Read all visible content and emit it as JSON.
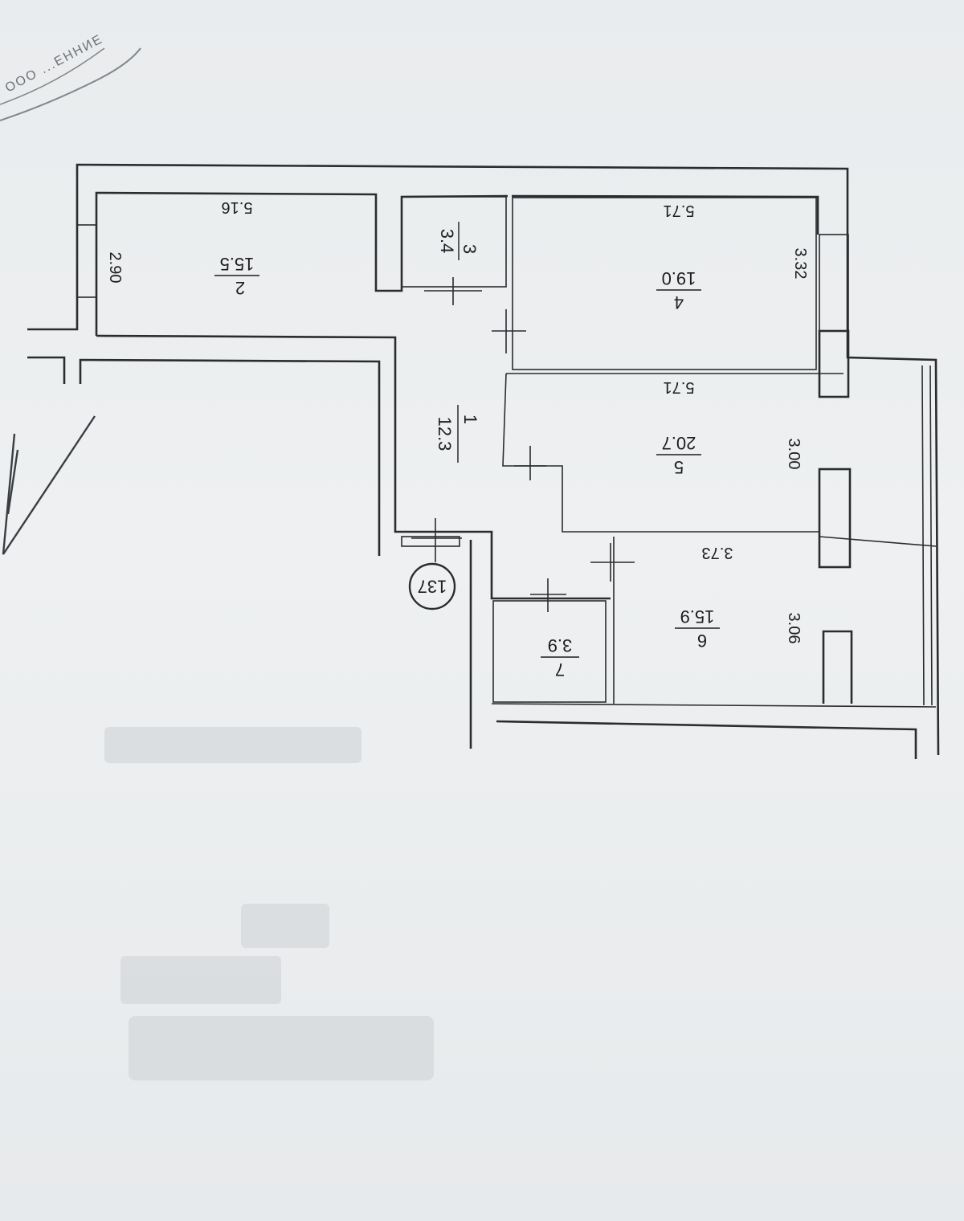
{
  "diagram": {
    "apartment_number": "137",
    "rooms": [
      {
        "id": "1",
        "area": "12.3"
      },
      {
        "id": "2",
        "area": "15.5",
        "dim_width": "5.16",
        "dim_depth": "2.90"
      },
      {
        "id": "3",
        "area": "3.4"
      },
      {
        "id": "4",
        "area": "19.0",
        "dim_width": "5.71",
        "dim_depth": "3.32"
      },
      {
        "id": "5",
        "area": "20.7",
        "dim_width": "5.71",
        "dim_depth": "3.00"
      },
      {
        "id": "6",
        "area": "15.9",
        "dim_width": "3.73",
        "dim_depth": "3.06"
      },
      {
        "id": "7",
        "area": "3.9"
      }
    ],
    "stamp_text": "ООО ...ЕННИЕ"
  },
  "colors": {
    "ink": "#2a2c2f",
    "paper": "#eceef0"
  }
}
